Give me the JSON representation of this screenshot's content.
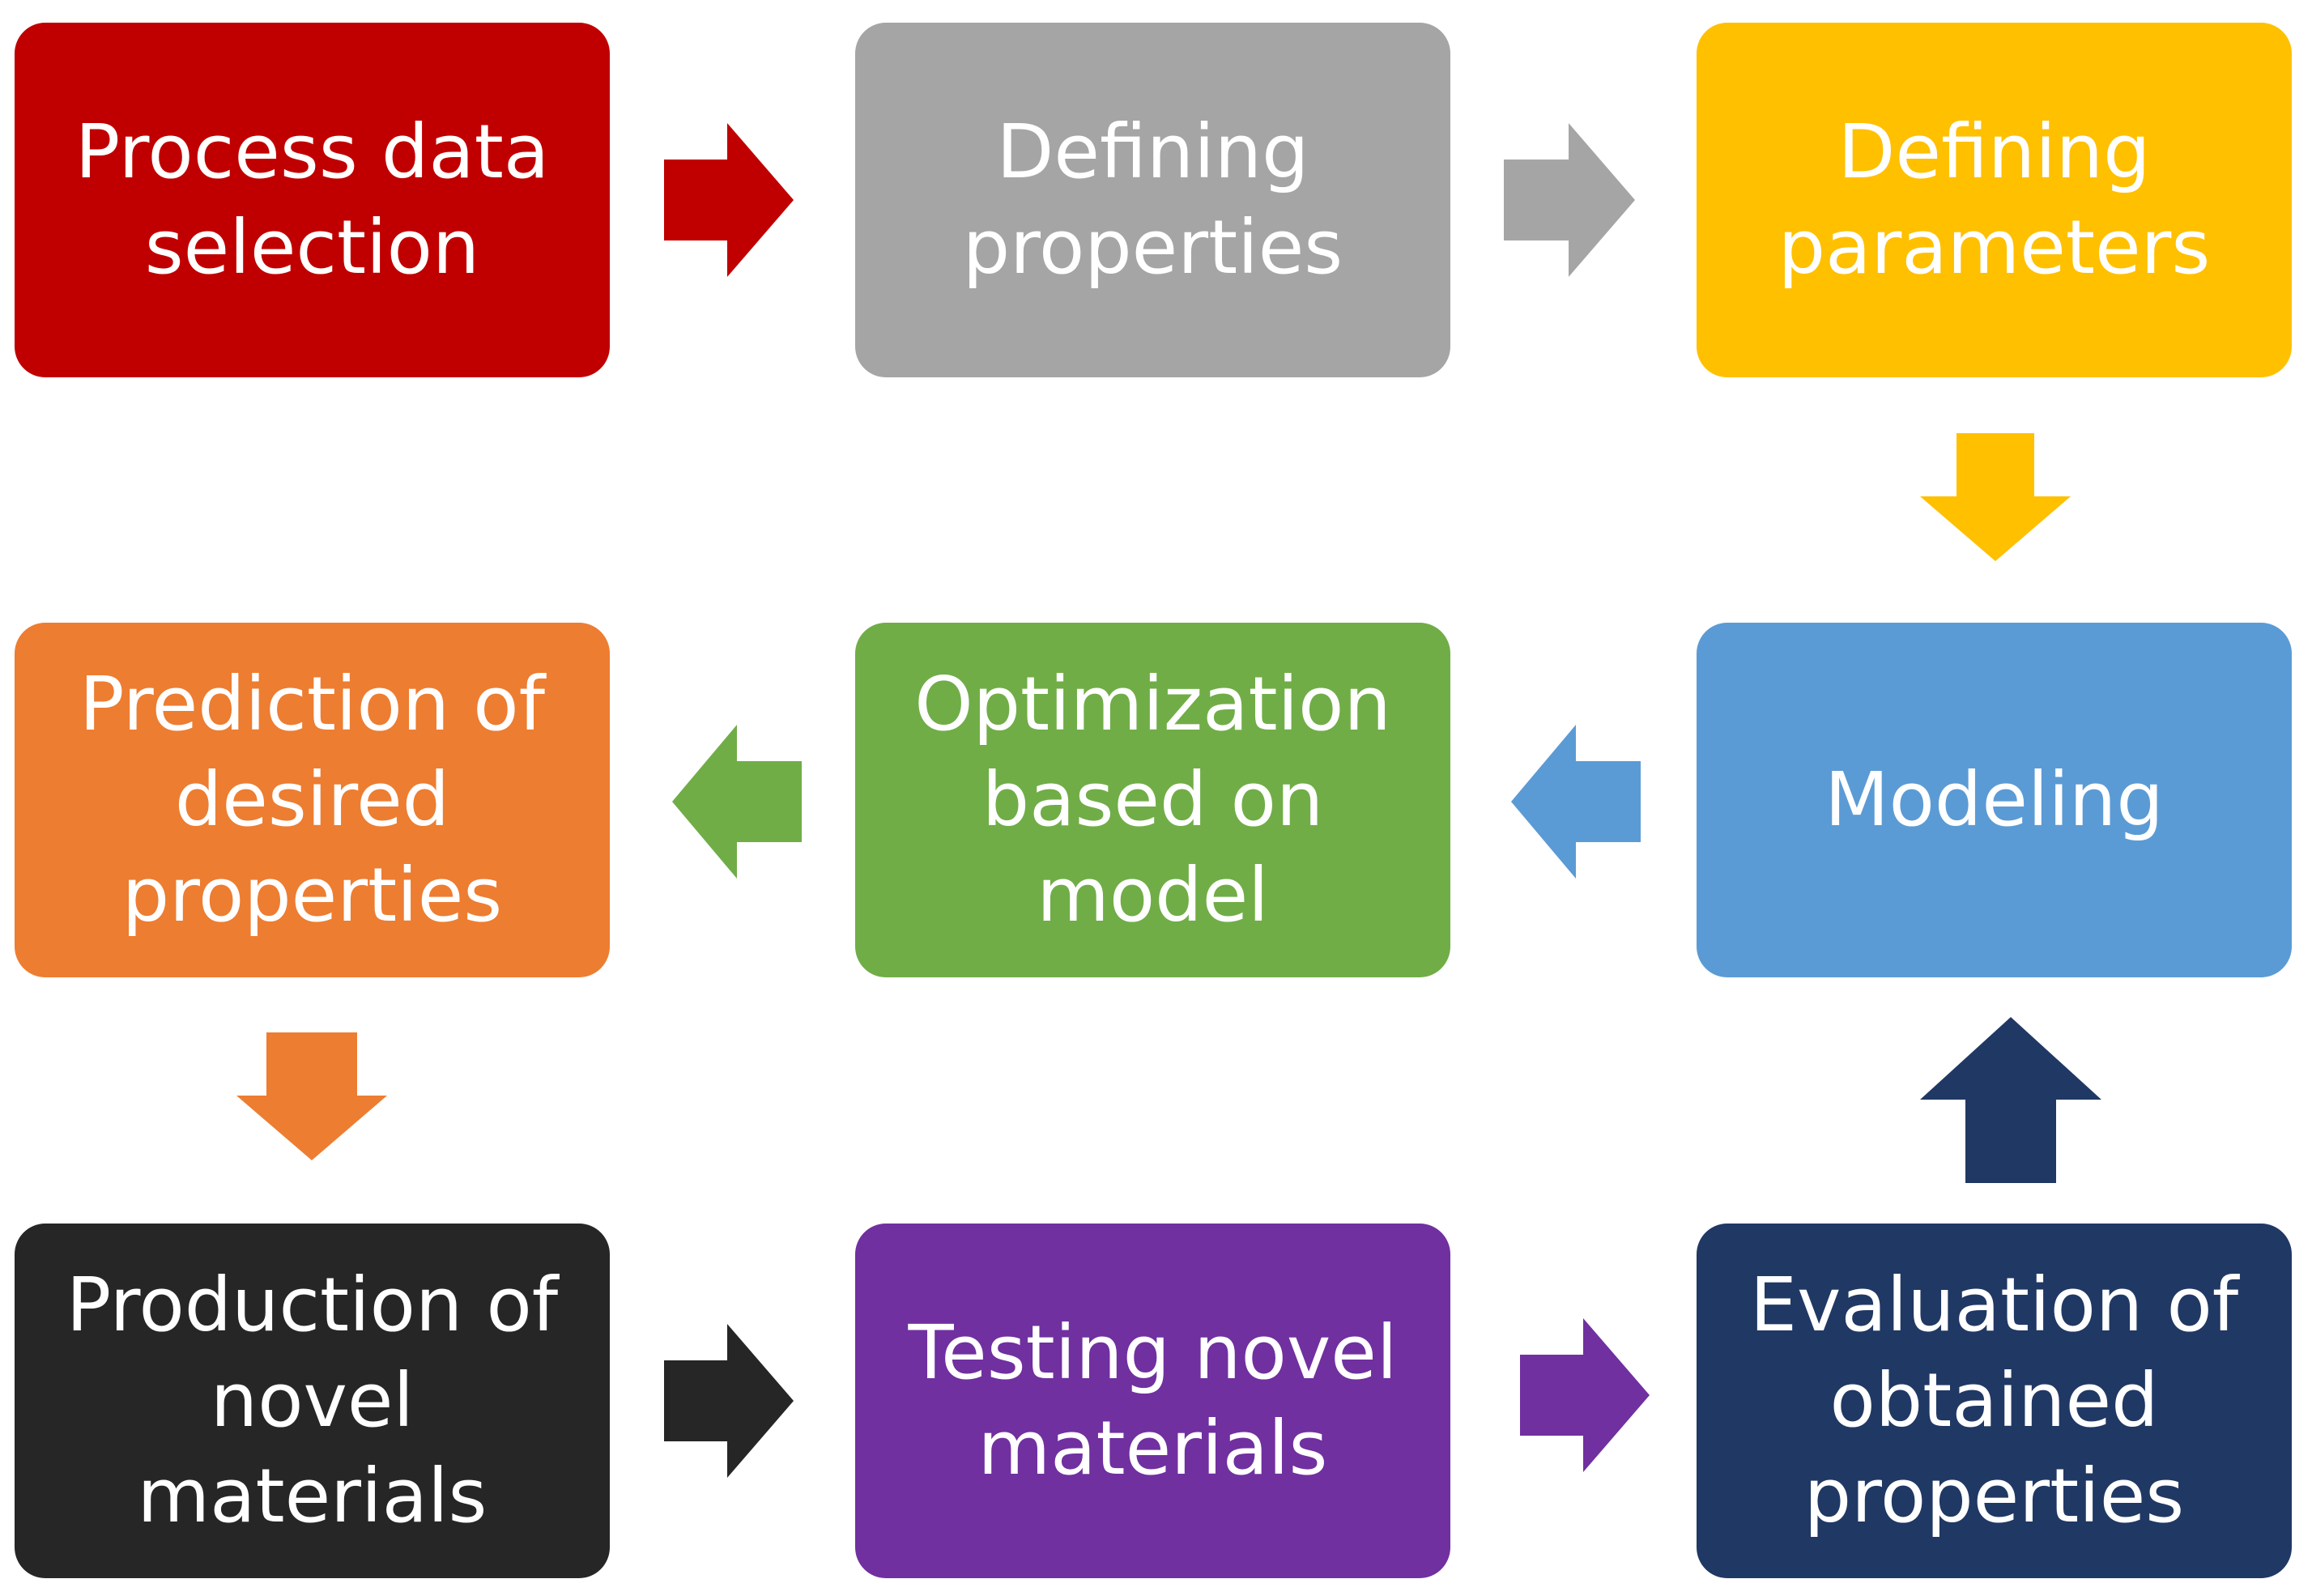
{
  "steps": [
    {
      "id": "process-data-selection",
      "label": "Process data\nselection",
      "color": "#C00000"
    },
    {
      "id": "defining-properties",
      "label": "Defining\nproperties",
      "color": "#A5A5A5"
    },
    {
      "id": "defining-parameters",
      "label": "Defining\nparameters",
      "color": "#FFC000"
    },
    {
      "id": "modeling",
      "label": "Modeling",
      "color": "#5B9BD5"
    },
    {
      "id": "optimization",
      "label": "Optimization\nbased on\nmodel",
      "color": "#70AD47"
    },
    {
      "id": "prediction",
      "label": "Prediction of\ndesired\nproperties",
      "color": "#ED7D31"
    },
    {
      "id": "production",
      "label": "Production of\nnovel\nmaterials",
      "color": "#262626"
    },
    {
      "id": "testing",
      "label": "Testing novel\nmaterials",
      "color": "#7030A0"
    },
    {
      "id": "evaluation",
      "label": "Evaluation of\nobtained\nproperties",
      "color": "#203864"
    }
  ],
  "arrows": [
    {
      "id": "arrow-1-2",
      "direction": "right",
      "color": "#C00000"
    },
    {
      "id": "arrow-2-3",
      "direction": "right",
      "color": "#A5A5A5"
    },
    {
      "id": "arrow-3-4",
      "direction": "down",
      "color": "#FFC000"
    },
    {
      "id": "arrow-4-5",
      "direction": "left",
      "color": "#5B9BD5"
    },
    {
      "id": "arrow-5-6",
      "direction": "left",
      "color": "#70AD47"
    },
    {
      "id": "arrow-6-7",
      "direction": "down",
      "color": "#ED7D31"
    },
    {
      "id": "arrow-7-8",
      "direction": "right",
      "color": "#262626"
    },
    {
      "id": "arrow-8-9",
      "direction": "right",
      "color": "#7030A0"
    },
    {
      "id": "arrow-9-4",
      "direction": "up",
      "color": "#203864"
    }
  ]
}
